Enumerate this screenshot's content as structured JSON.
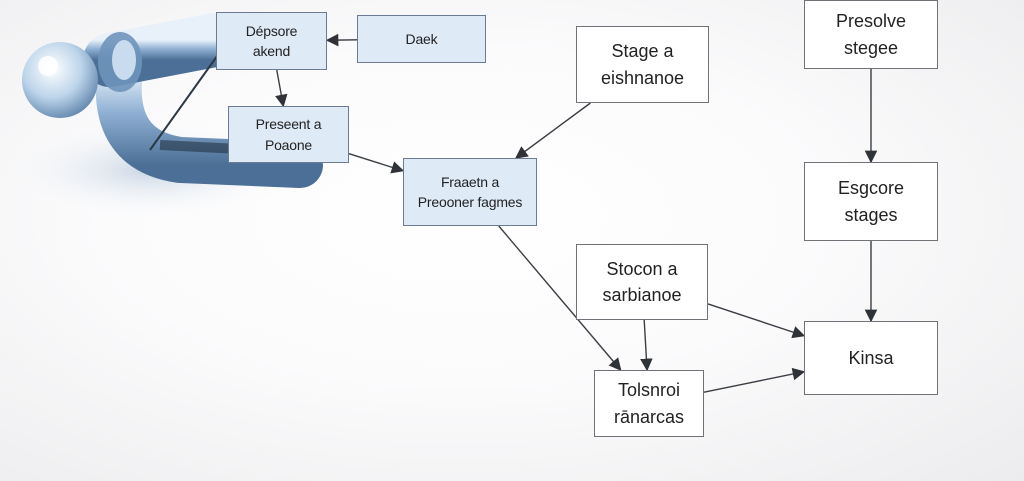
{
  "nodes": [
    {
      "id": "depsore",
      "text": "Dépsore\nakend",
      "style": "blue"
    },
    {
      "id": "daek",
      "text": "Daek",
      "style": "blue"
    },
    {
      "id": "preseent",
      "text": "Preseent a\nPoaone",
      "style": "blue"
    },
    {
      "id": "fraaetn",
      "text": "Fraaetn a\nPreooner fagmes",
      "style": "blue"
    },
    {
      "id": "stage-a",
      "text": "Stage a\neishnanoe",
      "style": "white"
    },
    {
      "id": "presolve",
      "text": "Presolve\nstegee",
      "style": "white"
    },
    {
      "id": "esgcore",
      "text": "Esgcore\nstages",
      "style": "white"
    },
    {
      "id": "stocon",
      "text": "Stocon a\nsarbianoe",
      "style": "white"
    },
    {
      "id": "kinsa",
      "text": "Kinsa",
      "style": "white"
    },
    {
      "id": "tolsnroi",
      "text": "Tolsnroi\nrānarcas",
      "style": "white"
    }
  ],
  "edges": [
    {
      "from": "daek",
      "to": "depsore"
    },
    {
      "from": "depsore",
      "to": "preseent"
    },
    {
      "from": "preseent",
      "to": "fraaetn"
    },
    {
      "from": "stage-a",
      "to": "fraaetn"
    },
    {
      "from": "fraaetn",
      "to": "tolsnroi"
    },
    {
      "from": "stocon",
      "to": "tolsnroi"
    },
    {
      "from": "stocon",
      "to": "kinsa"
    },
    {
      "from": "tolsnroi",
      "to": "kinsa"
    },
    {
      "from": "presolve",
      "to": "esgcore"
    },
    {
      "from": "esgcore",
      "to": "kinsa"
    }
  ]
}
